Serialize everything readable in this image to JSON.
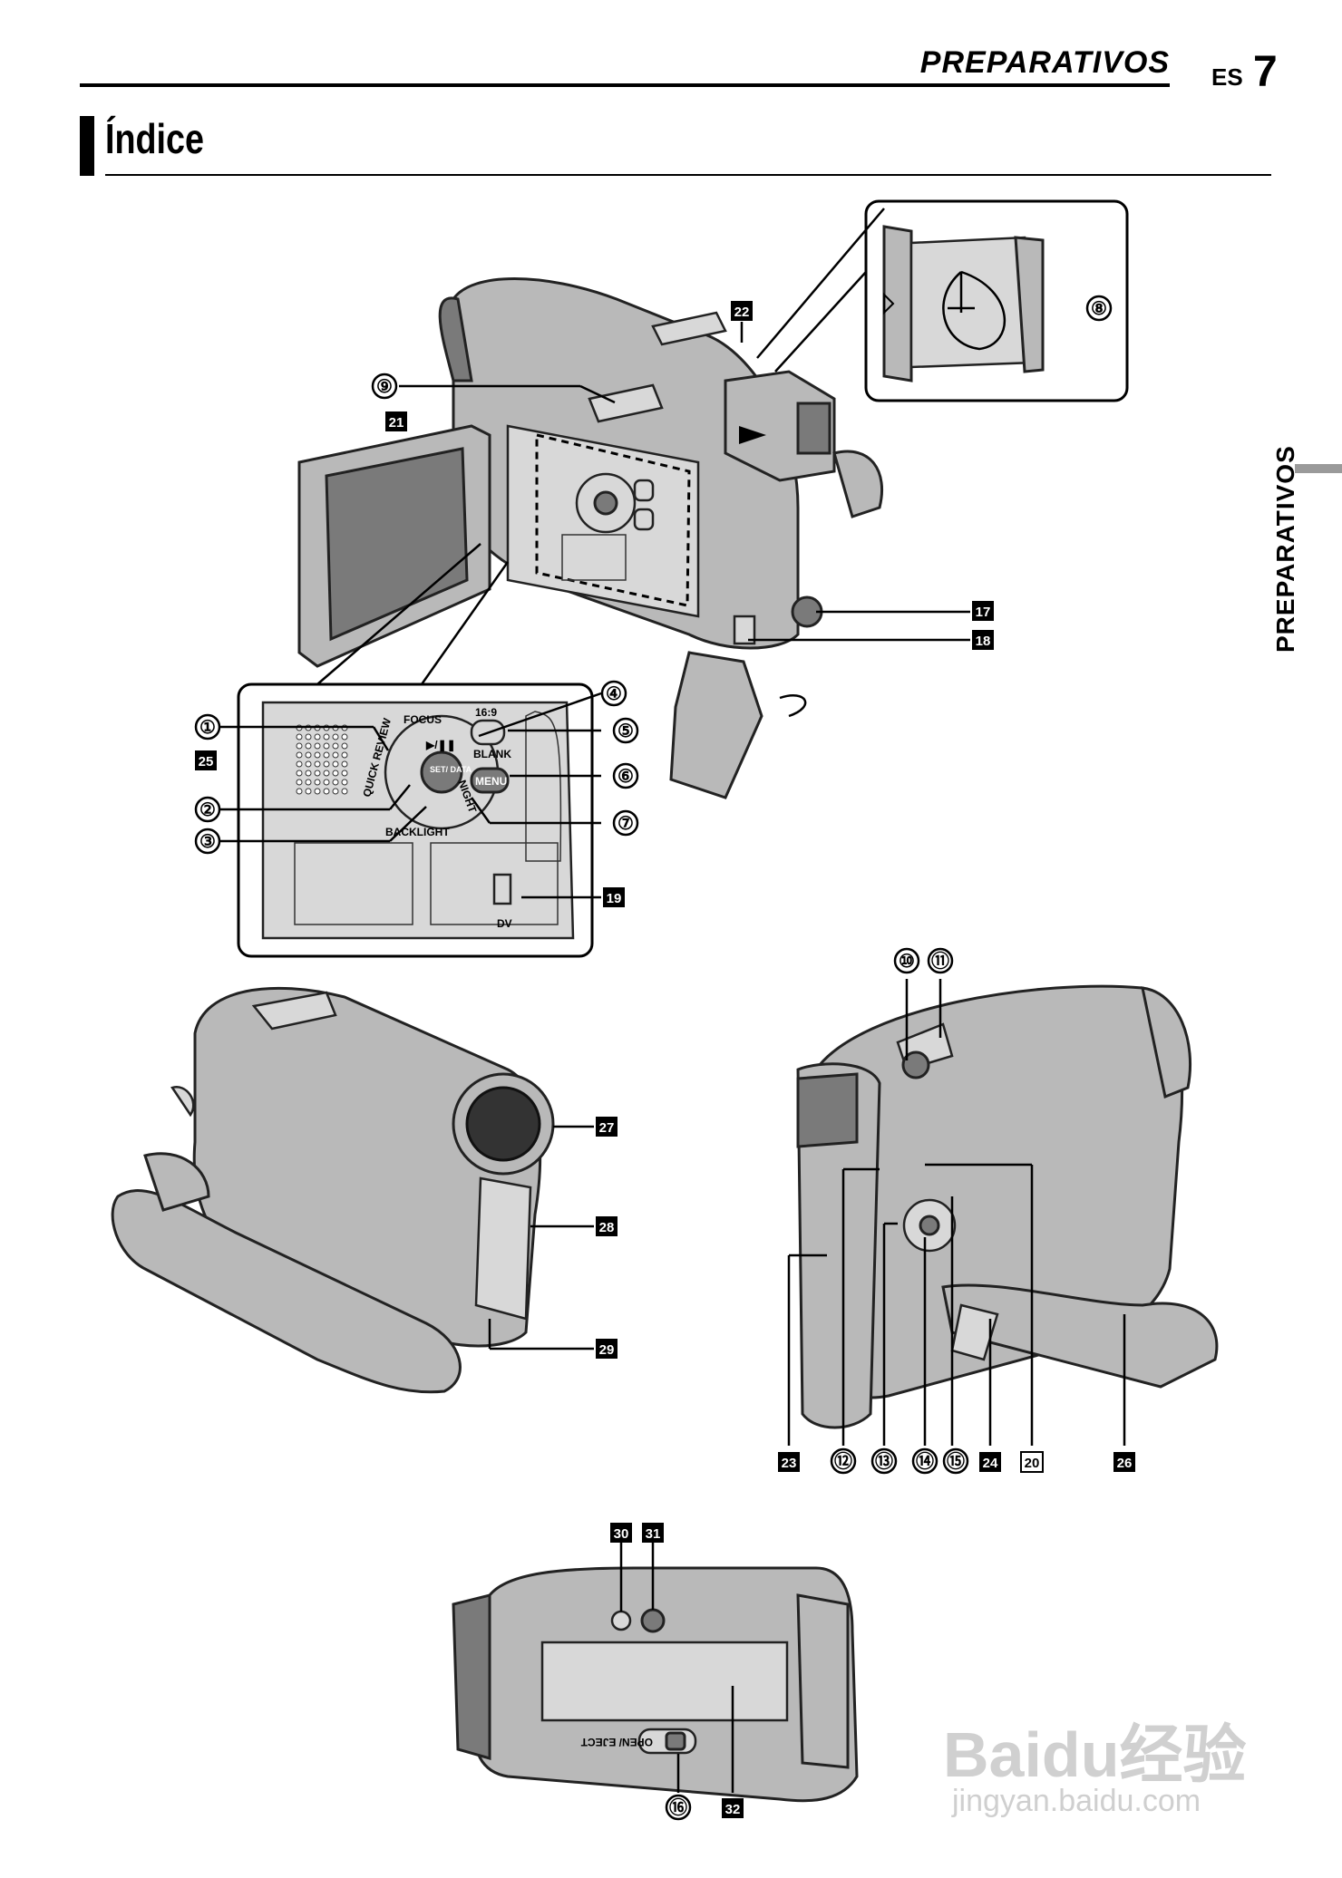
{
  "header": {
    "section": "PREPARATIVOS",
    "lang": "ES",
    "page_number": "7"
  },
  "title": "Índice",
  "side_tab": "PREPARATIVOS",
  "callouts": {
    "c1": "①",
    "c2": "②",
    "c3": "③",
    "c4": "④",
    "c5": "⑤",
    "c6": "⑥",
    "c7": "⑦",
    "c8": "⑧",
    "c9": "⑨",
    "c10": "⑩",
    "c11": "⑪",
    "c12": "⑫",
    "c13": "⑬",
    "c14": "⑭",
    "c15": "⑮",
    "c16": "⑯",
    "b17": "17",
    "b18": "18",
    "b19": "19",
    "b20": "20",
    "b21": "21",
    "b22": "22",
    "b23": "23",
    "b24": "24",
    "b25": "25",
    "b26": "26",
    "b27": "27",
    "b28": "28",
    "b29": "29",
    "b30": "30",
    "b31": "31",
    "b32": "32"
  },
  "panel_labels": {
    "focus": "FOCUS",
    "play_pause": "▶/❚❚",
    "set_data": "SET/\nDATA",
    "ratio": "16:9",
    "blank": "BLANK",
    "menu": "MENU",
    "night": "NIGHT",
    "backlight": "BACKLIGHT",
    "quick_review": "QUICK REVIEW",
    "dv": "DV",
    "open_eject": "OPEN/\nEJECT"
  },
  "watermark": {
    "brand": "Baidu经验",
    "url": "jingyan.baidu.com"
  }
}
